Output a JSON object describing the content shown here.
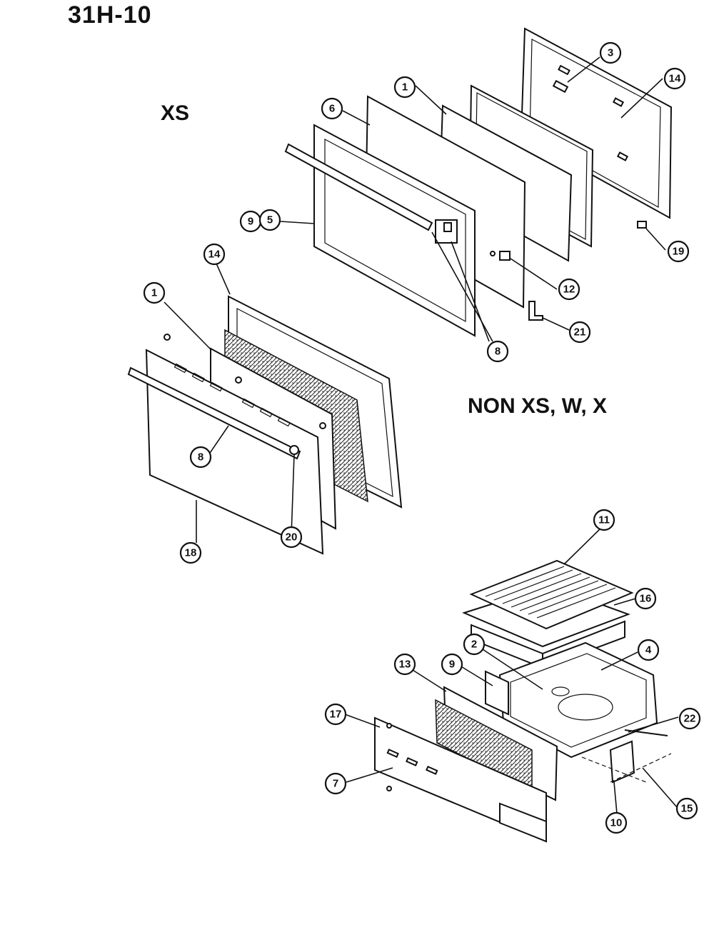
{
  "page": {
    "title": "31H-10"
  },
  "labels": {
    "xs": "XS",
    "non_xs": "NON XS, W, X"
  },
  "callouts": {
    "c1a": "1",
    "c3": "3",
    "c14a": "14",
    "c6": "6",
    "c9a": "9",
    "c5": "5",
    "c8a": "8",
    "c12": "12",
    "c19": "19",
    "c21": "21",
    "c14b": "14",
    "c1b": "1",
    "c8b": "8",
    "c20": "20",
    "c18": "18",
    "c11": "11",
    "c16": "16",
    "c2": "2",
    "c4": "4",
    "c13": "13",
    "c9b": "9",
    "c17": "17",
    "c22": "22",
    "c7": "7",
    "c10": "10",
    "c15": "15"
  }
}
